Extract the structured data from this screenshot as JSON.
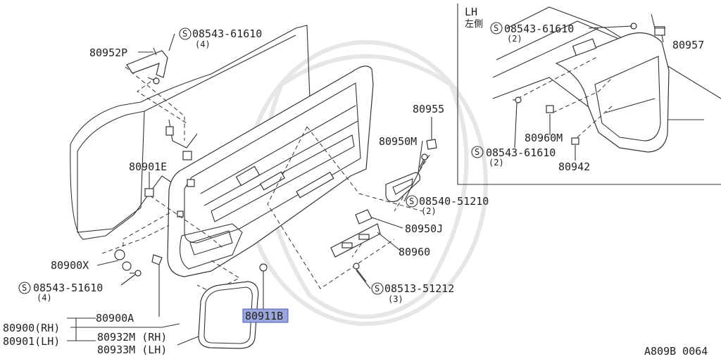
{
  "diagram_id": "A809B 0064",
  "inset": {
    "title": "LH",
    "title_ja": "左側"
  },
  "callouts": {
    "p80952P": "80952P",
    "s_08543_61610_top": "08543-61610",
    "s_08543_61610_top_qty": "(4)",
    "p80901E": "80901E",
    "p80955": "80955",
    "p80950M": "80950M",
    "s_08540_51210": "08540-51210",
    "s_08540_51210_qty": "(2)",
    "p80950J": "80950J",
    "p80960": "80960",
    "s_08513_51212": "08513-51212",
    "s_08513_51212_qty": "(3)",
    "p80900X": "80900X",
    "s_08543_51610": "08543-51610",
    "s_08543_51610_qty": "(4)",
    "p80900A": "80900A",
    "p80911B": "80911B",
    "p80900RH": "80900(RH)",
    "p80901LH": "80901(LH)",
    "p80932M": "80932M (RH)",
    "p80933M": "80933M (LH)",
    "inset_s_08543_61610_a": "08543-61610",
    "inset_s_08543_61610_a_qty": "(2)",
    "inset_p80957": "80957",
    "inset_p80960M": "80960M",
    "inset_s_08543_61610_b": "08543-61610",
    "inset_s_08543_61610_b_qty": "(2)",
    "inset_p80942": "80942",
    "s_symbol": "S"
  },
  "highlight": {
    "part": "80911B",
    "color": "#9aa6dc"
  }
}
